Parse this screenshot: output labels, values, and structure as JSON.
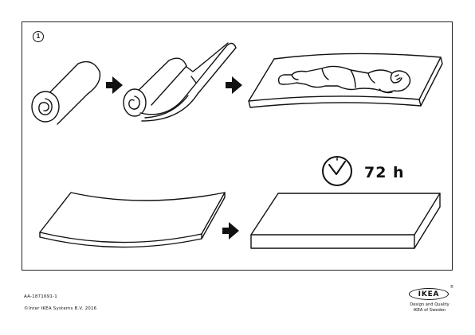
{
  "step": {
    "number": "1"
  },
  "wait": {
    "time_label": "72 h"
  },
  "footer": {
    "doc_id": "AA-1871691-1",
    "copyright": "©Inter IKEA Systems B.V. 2016",
    "logo_text": "IKEA",
    "registered": "®",
    "tagline_line1": "Design and Quality",
    "tagline_line2": "IKEA of Sweden"
  },
  "icons": [
    "step-number-badge",
    "rolled-mattress",
    "arrow-right-icon",
    "unrolling-mattress",
    "person-lying-on-mattress",
    "clock-icon",
    "curved-mattress",
    "flat-mattress"
  ]
}
